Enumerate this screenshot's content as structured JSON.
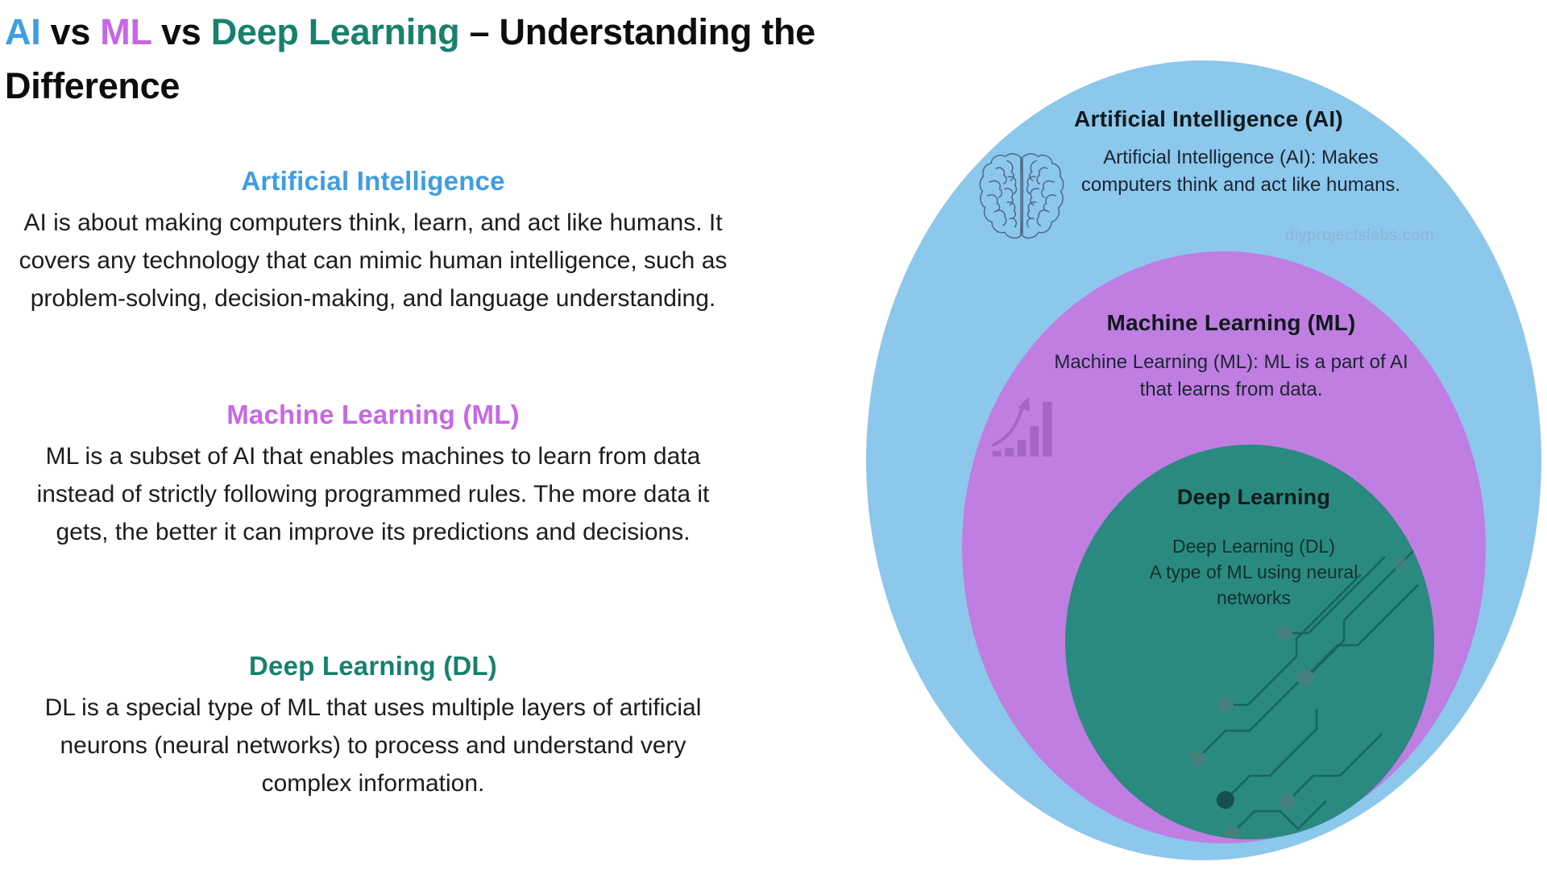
{
  "colors": {
    "accent_blue": "#3d9ee2",
    "accent_purple": "#c767e6",
    "accent_teal": "#17816e",
    "fill_blue": "#8cc7ec",
    "fill_purple": "#c07de2",
    "fill_teal": "#2a8a80",
    "title_text": "#0d0d0d",
    "body_text": "#1c1c1c",
    "watermark": "#8fa9c4",
    "circuit_line": "#15625d",
    "circuit_node": "#44807c",
    "circuit_node_dark": "#174f4b",
    "icon_purple": "#8b4fae",
    "brain_stroke": "#3a4a63"
  },
  "title": {
    "ai": "AI",
    "sep1": " vs ",
    "ml": "ML",
    "sep2": " vs ",
    "dl": "Deep Learning",
    "rest": " – Understanding the Difference"
  },
  "sections": [
    {
      "heading": "Artificial Intelligence",
      "body": "AI is about making computers think, learn, and act like humans. It covers any technology that can mimic human intelligence, such as problem-solving, decision-making, and language understanding."
    },
    {
      "heading": "Machine Learning (ML)",
      "body": "ML is a subset of AI that enables machines to learn from data instead of strictly following programmed rules. The more data it gets, the better it can improve its predictions and decisions."
    },
    {
      "heading": "Deep Learning (DL)",
      "body": "DL is a special type of ML that uses multiple layers of artificial neurons (neural networks) to process and understand very complex information."
    }
  ],
  "diagram": {
    "ai": {
      "label": "Artificial Intelligence (AI)",
      "description": "Artificial Intelligence (AI): Makes computers think and act like humans.",
      "icon": "brain-icon"
    },
    "ml": {
      "label": "Machine Learning (ML)",
      "description": "Machine Learning (ML): ML is a part of AI that learns from data.",
      "icon": "growth-chart-icon"
    },
    "dl": {
      "label": "Deep Learning",
      "description_line1": "Deep Learning (DL)",
      "description_line2": "A type of ML using neural networks",
      "icon": "circuit-icon"
    },
    "watermark": "diyprojectslabs.com"
  }
}
